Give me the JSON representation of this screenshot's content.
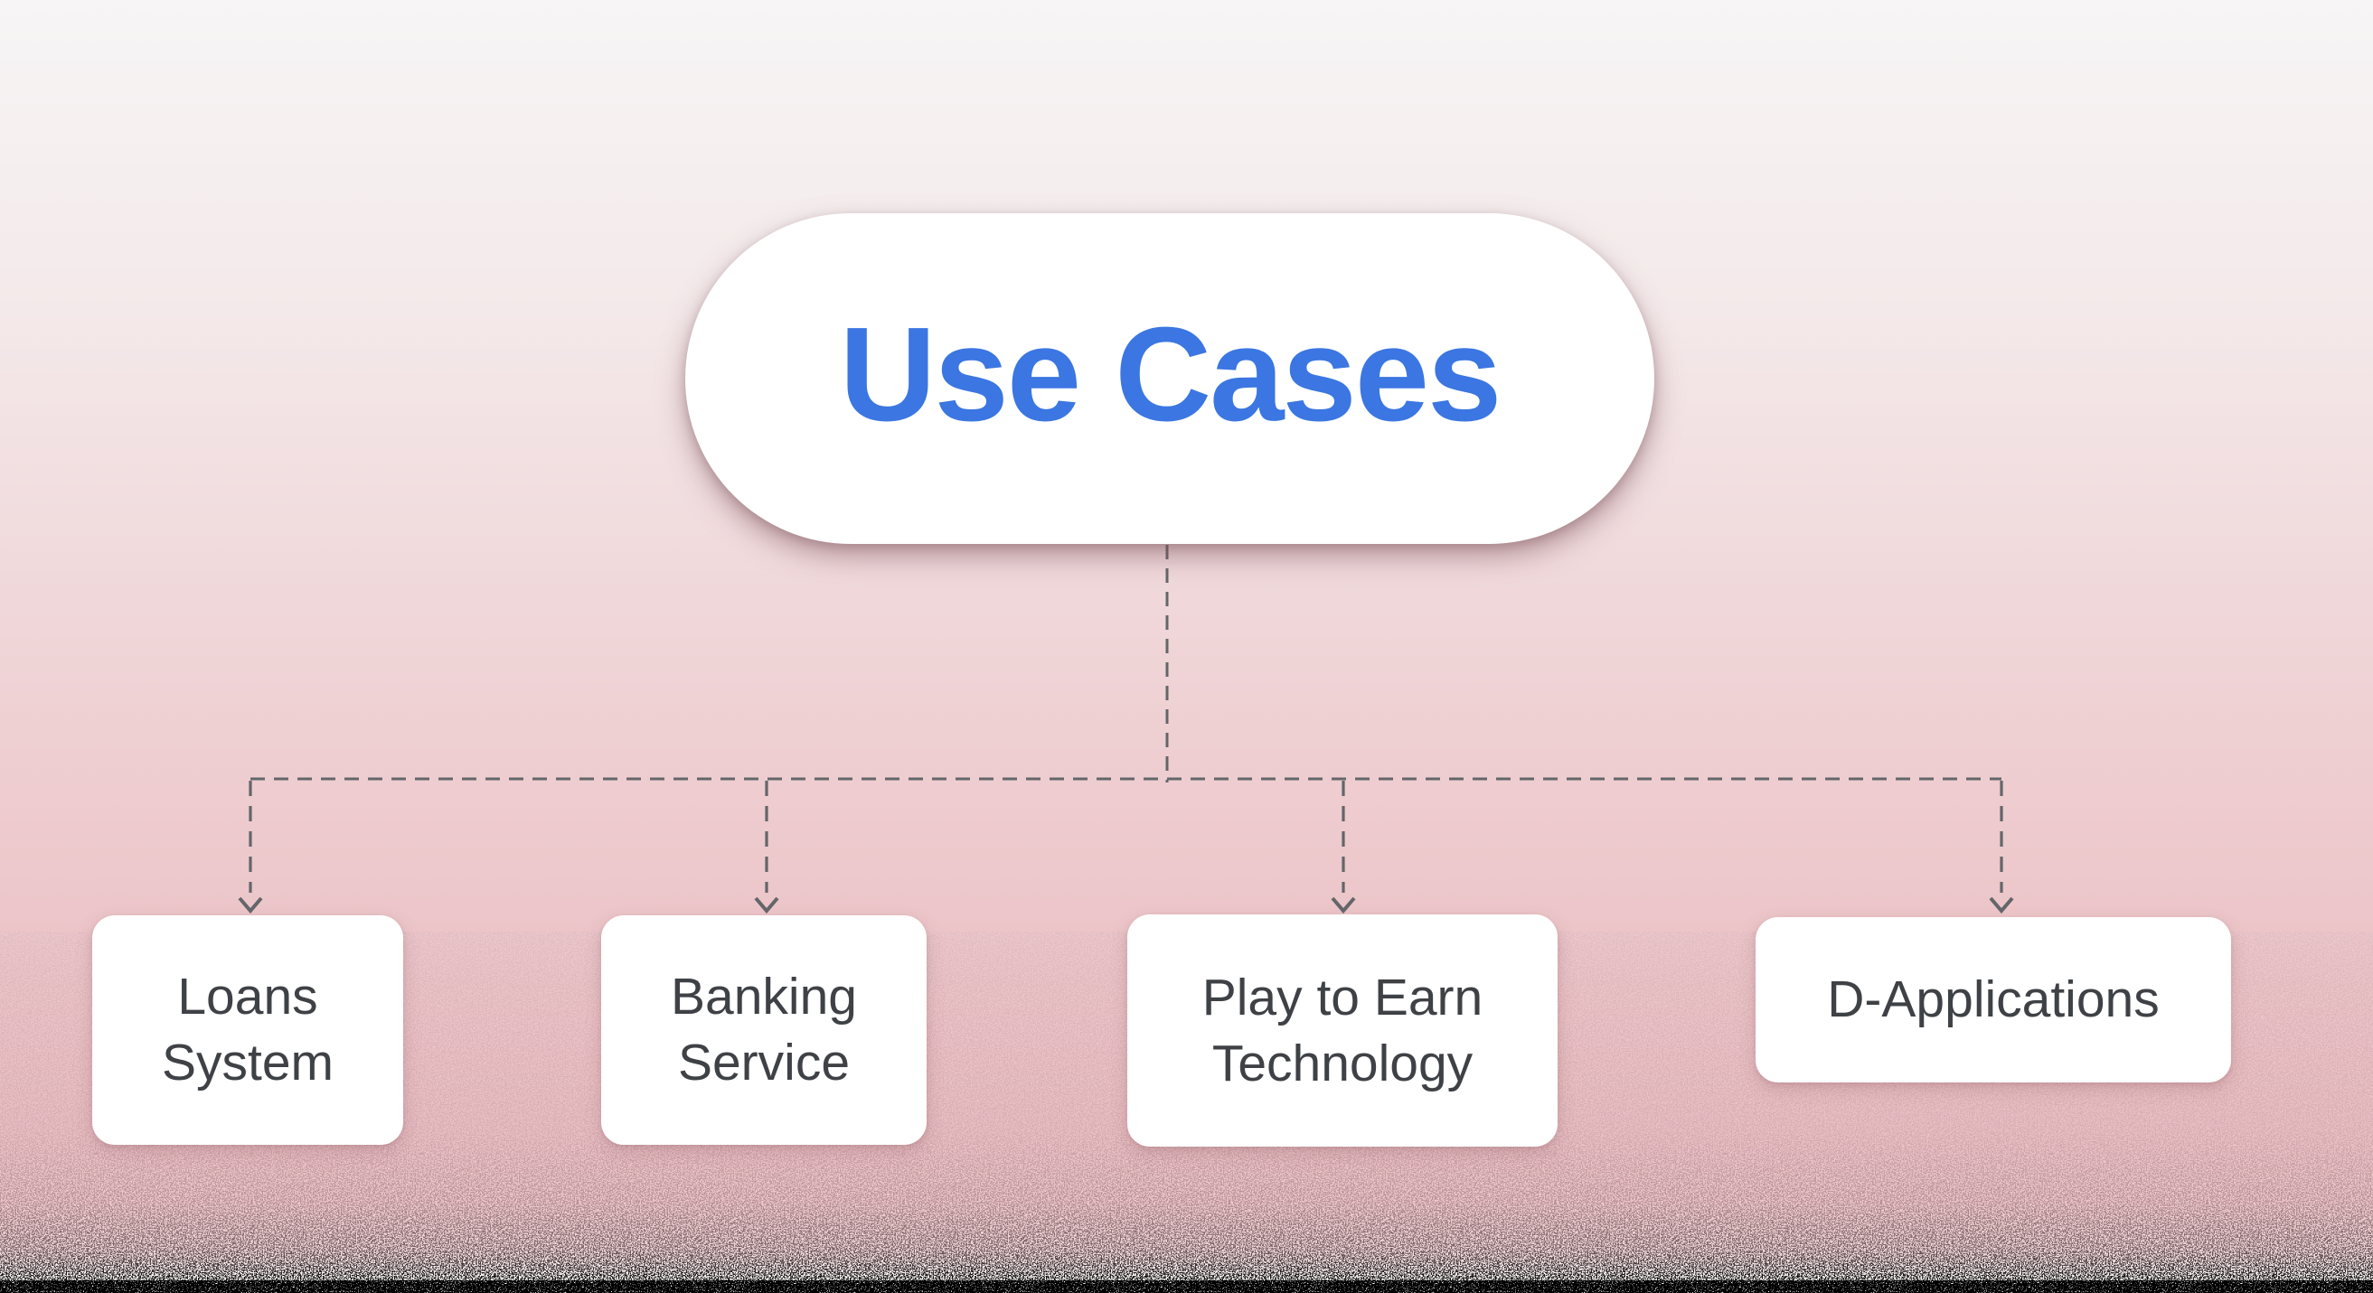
{
  "diagram": {
    "root": {
      "label": "Use Cases"
    },
    "children": [
      {
        "id": "loans-system",
        "label": "Loans System",
        "lines": [
          "Loans",
          "System"
        ]
      },
      {
        "id": "banking-service",
        "label": "Banking Service",
        "lines": [
          "Banking",
          "Service"
        ]
      },
      {
        "id": "play-to-earn",
        "label": "Play to Earn Technology",
        "lines": [
          "Play to Earn",
          "Technology"
        ]
      },
      {
        "id": "d-applications",
        "label": "D-Applications",
        "lines": [
          "D-Applications"
        ]
      }
    ],
    "connector_style": "dashed-arrow"
  },
  "colors": {
    "root_label_blue": "#3b76e2",
    "child_label_gray": "#3e4145",
    "connector_gray": "#63666a",
    "node_background": "#ffffff",
    "background_top": "#f7f5f6",
    "background_bottom": "#e7b4ba"
  }
}
